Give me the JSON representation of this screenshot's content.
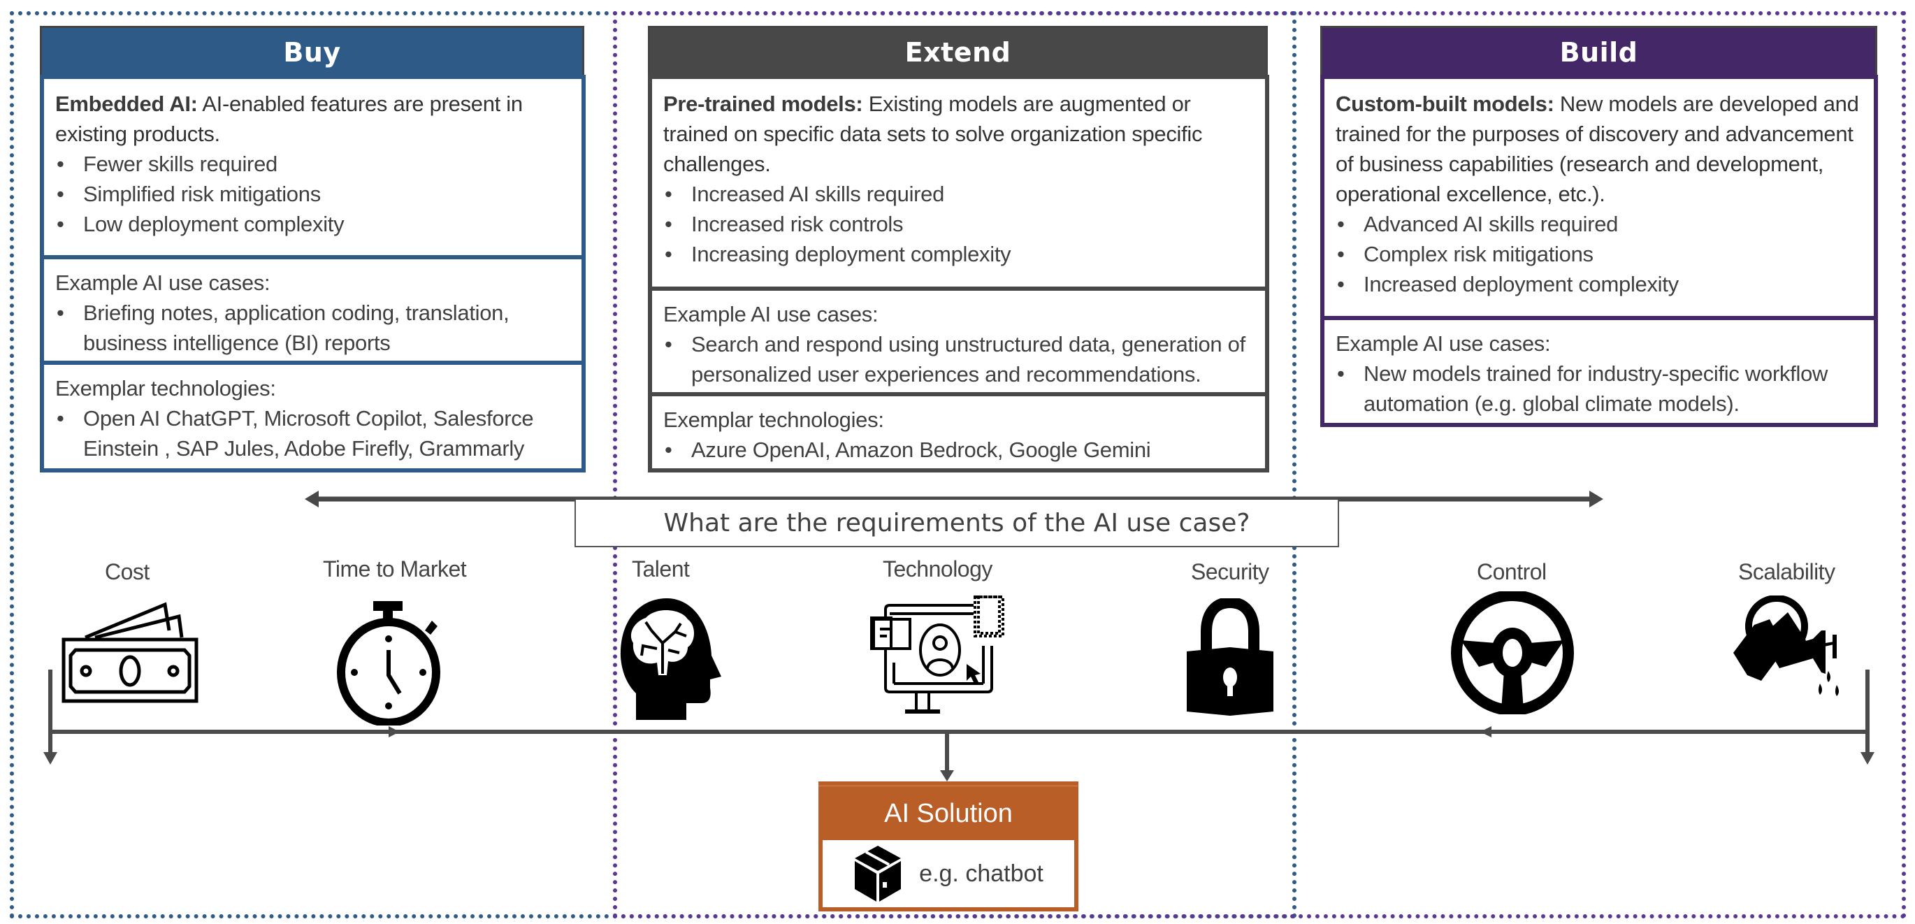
{
  "columns": {
    "buy": {
      "title": "Buy",
      "color": "#2e5a87",
      "overview": {
        "term": "Embedded AI:",
        "description": " AI-enabled features are present in existing products.",
        "bullets": [
          "Fewer skills required",
          "Simplified risk mitigations",
          "Low deployment complexity"
        ]
      },
      "use_cases": {
        "heading": "Example AI use cases:",
        "bullets": [
          "Briefing notes, application coding, translation, business intelligence (BI) reports"
        ]
      },
      "technologies": {
        "heading": "Exemplar technologies:",
        "bullets": [
          "Open AI ChatGPT, Microsoft Copilot, Salesforce Einstein , SAP Jules, Adobe Firefly, Grammarly"
        ]
      }
    },
    "extend": {
      "title": "Extend",
      "color": "#484848",
      "overview": {
        "term": "Pre-trained models:",
        "description": " Existing models are augmented or trained on specific data sets to solve organization specific challenges.",
        "bullets": [
          "Increased AI skills required",
          "Increased risk controls",
          "Increasing deployment complexity"
        ]
      },
      "use_cases": {
        "heading": "Example AI use cases:",
        "bullets": [
          "Search and respond using unstructured data, generation of personalized user experiences and  recommendations."
        ]
      },
      "technologies": {
        "heading": "Exemplar technologies:",
        "bullets": [
          "Azure OpenAI, Amazon Bedrock, Google Gemini"
        ]
      }
    },
    "build": {
      "title": "Build",
      "color": "#432766",
      "overview": {
        "term": "Custom-built models:",
        "description": " New models are developed and trained for the purposes of discovery and advancement of business capabilities (research and development, operational excellence, etc.).",
        "bullets": [
          "Advanced AI skills required",
          "Complex risk mitigations",
          "Increased deployment complexity"
        ]
      },
      "use_cases": {
        "heading": "Example AI use cases:",
        "bullets": [
          "New models trained for industry-specific workflow automation (e.g. global climate models)."
        ]
      }
    }
  },
  "question": "What are the requirements of the AI use case?",
  "requirements": [
    {
      "label": "Cost",
      "icon": "money-icon"
    },
    {
      "label": "Time to Market",
      "icon": "stopwatch-icon"
    },
    {
      "label": "Talent",
      "icon": "brain-head-icon"
    },
    {
      "label": "Technology",
      "icon": "computer-monitor-icon"
    },
    {
      "label": "Security",
      "icon": "padlock-icon"
    },
    {
      "label": "Control",
      "icon": "steering-wheel-icon"
    },
    {
      "label": "Scalability",
      "icon": "watering-can-icon"
    }
  ],
  "solution": {
    "title": "AI Solution",
    "example": "e.g. chatbot",
    "icon": "package-box-icon",
    "color": "#b95e27"
  }
}
